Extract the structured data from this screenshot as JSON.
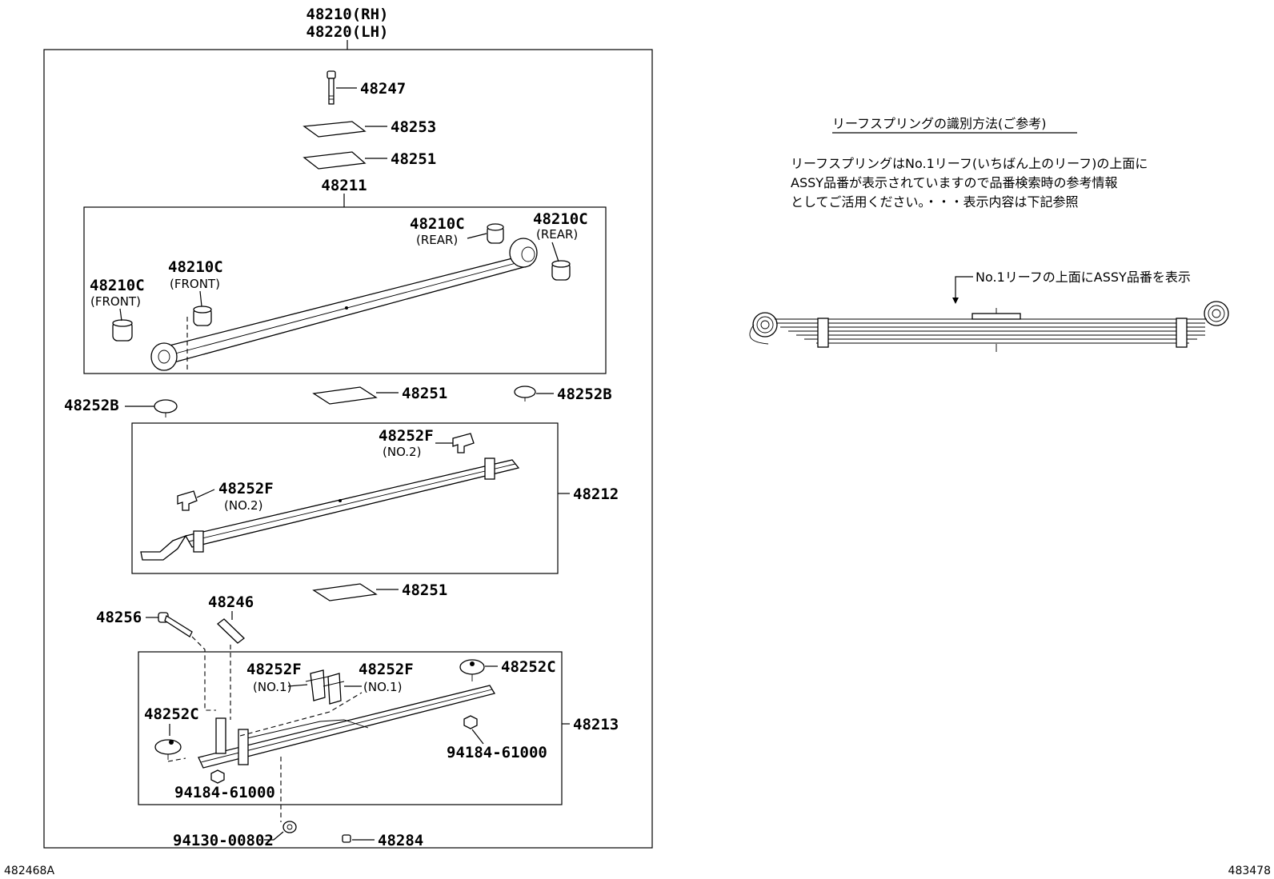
{
  "assembly": {
    "rh": "48210(RH)",
    "lh": "48220(LH)"
  },
  "parts": {
    "bolt_top": "48247",
    "plate_top": "48253",
    "pad_top": "48251",
    "leaf1": "48211",
    "bushing": "48210C",
    "leaf1_pad": "48251",
    "bumper_b": "48252B",
    "clip_f": "48252F",
    "leaf2": "48212",
    "leaf2_pad": "48251",
    "bolt_center": "48256",
    "pin": "48246",
    "bumper_c": "48252C",
    "leaf3": "48213",
    "nut_9418": "94184-61000",
    "nut_9413": "94130-00802",
    "nut_48284": "48284"
  },
  "notes": {
    "rear": "(REAR)",
    "front": "(FRONT)",
    "no2": "(NO.2)",
    "no1": "(NO.1)"
  },
  "info": {
    "heading": "リーフスプリングの識別方法(ご参考)",
    "line1": "リーフスプリングはNo.1リーフ(いちばん上のリーフ)の上面に",
    "line2": "ASSY品番が表示されていますので品番検索時の参考情報",
    "line3": "としてご活用ください。・・・表示内容は下記参照",
    "callout": "No.1リーフの上面にASSY品番を表示"
  },
  "footer": {
    "left_id": "482468A",
    "right_id": "483478"
  }
}
